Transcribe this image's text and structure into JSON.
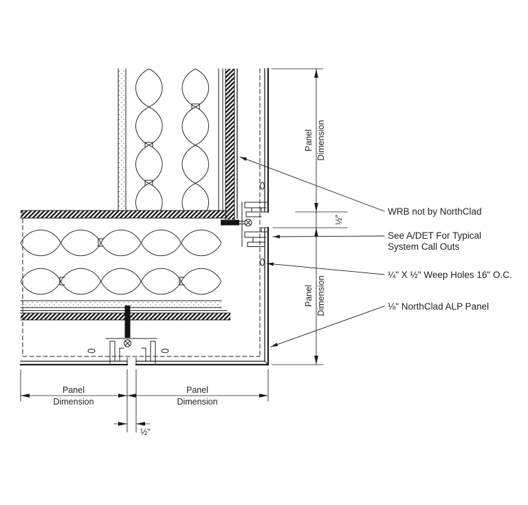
{
  "callouts": {
    "wrb": "WRB not by NorthClad",
    "system_line1": "See A/DET For Typical",
    "system_line2": "System Call Outs",
    "weep_holes": "¼\" X ½\" Weep Holes 16\" O.C.",
    "alp_panel": "⅛\" NorthClad ALP Panel"
  },
  "dimensions": {
    "right_top": {
      "line1": "Panel",
      "line2": "Dimension"
    },
    "right_joint_gap": "½\"",
    "right_bottom": {
      "line1": "Panel",
      "line2": "Dimension"
    },
    "bottom_left": {
      "line1": "Panel",
      "line2": "Dimension"
    },
    "bottom_right": {
      "line1": "Panel",
      "line2": "Dimension"
    },
    "bottom_joint_gap": "½\""
  },
  "colors": {
    "line": "#1c1c1c",
    "background": "#ffffff"
  }
}
